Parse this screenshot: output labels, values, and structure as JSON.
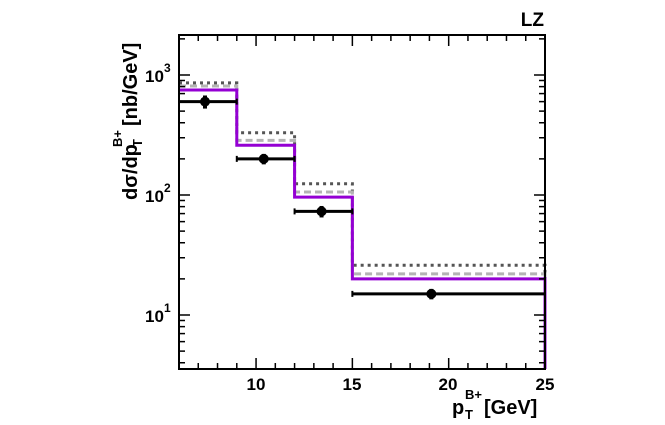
{
  "chart_data": {
    "type": "line",
    "title": "",
    "label": "LZ",
    "xlabel": "p_T^{B+} [GeV]",
    "ylabel": "dσ/dp_T^{B+} [nb/GeV]",
    "xlim": [
      6,
      25
    ],
    "ylim": [
      3.5,
      2100
    ],
    "yscale": "log",
    "x_tick_labels": [
      "10",
      "15",
      "20",
      "25"
    ],
    "x_ticks": [
      10,
      15,
      20,
      25
    ],
    "y_tick_labels": [
      "10^1",
      "10^2",
      "10^3"
    ],
    "y_ticks": [
      10,
      100,
      1000
    ],
    "grid": false,
    "legend": null,
    "bin_edges": [
      6,
      9,
      12,
      15,
      25
    ],
    "series": [
      {
        "name": "data",
        "style": "points-with-errors",
        "color": "#000000",
        "x": [
          7.35,
          10.4,
          13.4,
          19.1
        ],
        "values": [
          600,
          200,
          73,
          15
        ],
        "y_err": [
          75,
          20,
          8,
          1.5
        ],
        "x_err_low": [
          1.35,
          1.4,
          1.4,
          4.1
        ],
        "x_err_high": [
          1.65,
          1.6,
          1.6,
          5.9
        ]
      },
      {
        "name": "prediction (purple, solid)",
        "style": "step-solid",
        "color": "#9400d3",
        "values": [
          750,
          260,
          96,
          20
        ]
      },
      {
        "name": "prediction (light gray, dashed)",
        "style": "step-dashed",
        "color": "#b4b4b4",
        "values": [
          810,
          285,
          106,
          22
        ]
      },
      {
        "name": "prediction (dark gray, dotted)",
        "style": "step-dotted",
        "color": "#555555",
        "values": [
          860,
          330,
          124,
          26
        ]
      }
    ]
  },
  "text": {
    "label": "LZ",
    "x_title_main": "p",
    "x_title_sub": "T",
    "x_title_sup": "B+",
    "x_title_unit": "[GeV]",
    "y_title_pre": "dσ/dp",
    "y_title_sub": "T",
    "y_title_sup": "B+",
    "y_title_unit": "[nb/GeV]",
    "x_ticks": [
      "10",
      "15",
      "20",
      "25"
    ],
    "y_base": "10",
    "y_exps": [
      "1",
      "2",
      "3"
    ]
  }
}
